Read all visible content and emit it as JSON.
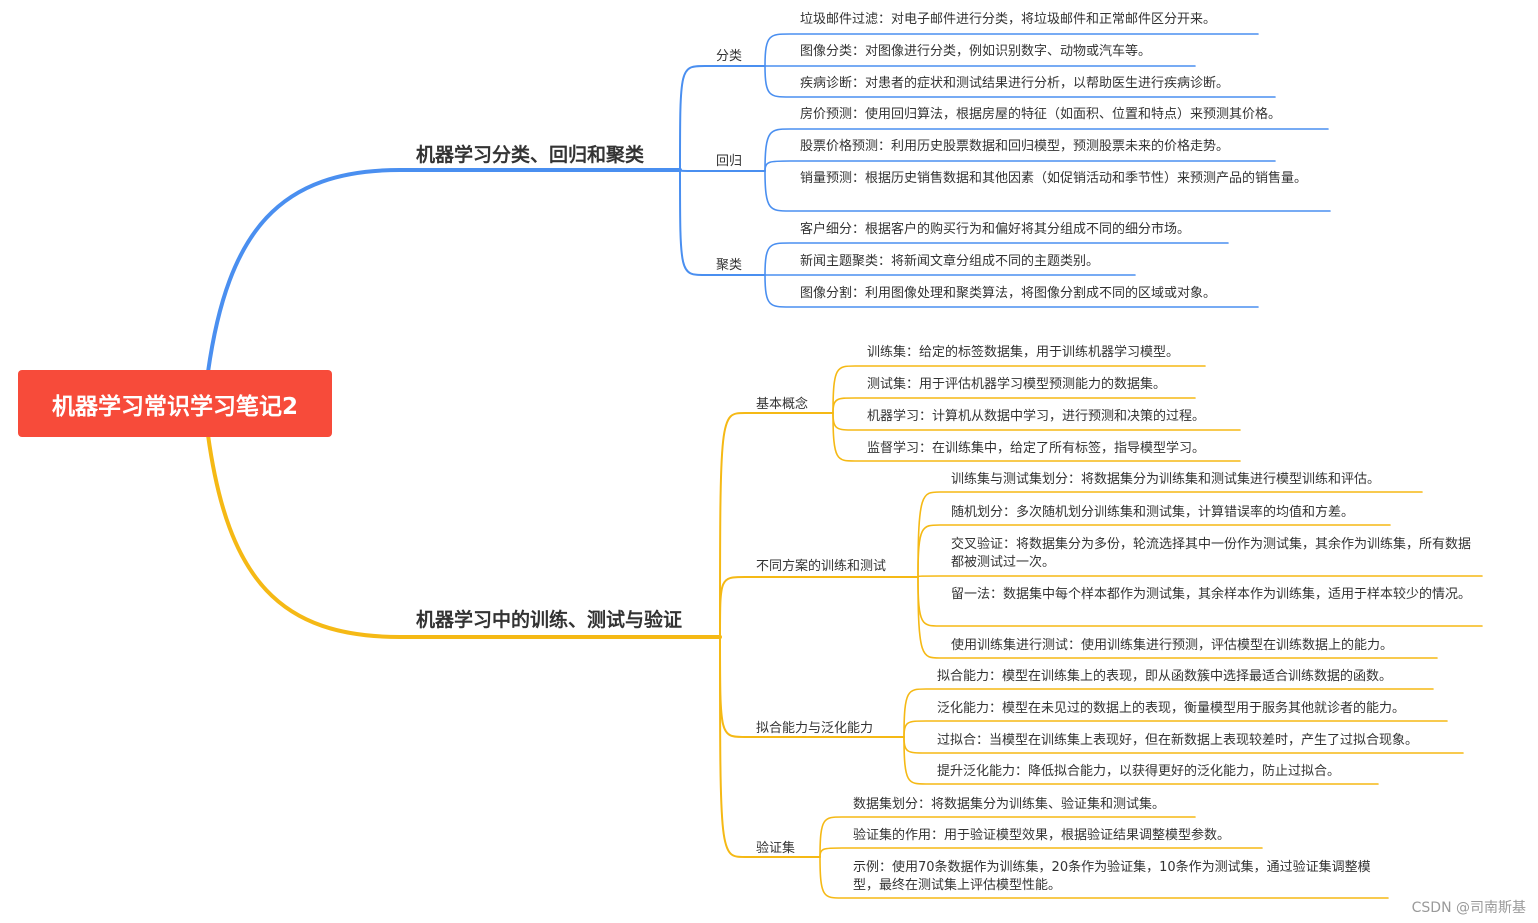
{
  "root": {
    "title": "机器学习常识学习笔记2"
  },
  "colors": {
    "root": "#f74b3a",
    "blue": "#4a8ff0",
    "yellow": "#f5b915",
    "text": "#333333"
  },
  "branches": [
    {
      "title": "机器学习分类、回归和聚类",
      "color": "blue",
      "children": [
        {
          "label": "分类",
          "items": [
            "垃圾邮件过滤：对电子邮件进行分类，将垃圾邮件和正常邮件区分开来。",
            "图像分类：对图像进行分类，例如识别数字、动物或汽车等。",
            "疾病诊断：对患者的症状和测试结果进行分析，以帮助医生进行疾病诊断。"
          ]
        },
        {
          "label": "回归",
          "items": [
            "房价预测：使用回归算法，根据房屋的特征（如面积、位置和特点）来预测其价格。",
            "股票价格预测：利用历史股票数据和回归模型，预测股票未来的价格走势。",
            "销量预测：根据历史销售数据和其他因素（如促销活动和季节性）来预测产品的销售量。"
          ]
        },
        {
          "label": "聚类",
          "items": [
            "客户细分：根据客户的购买行为和偏好将其分组成不同的细分市场。",
            "新闻主题聚类：将新闻文章分组成不同的主题类别。",
            "图像分割：利用图像处理和聚类算法，将图像分割成不同的区域或对象。"
          ]
        }
      ]
    },
    {
      "title": "机器学习中的训练、测试与验证",
      "color": "yellow",
      "children": [
        {
          "label": "基本概念",
          "items": [
            "训练集：给定的标签数据集，用于训练机器学习模型。",
            "测试集：用于评估机器学习模型预测能力的数据集。",
            "机器学习：计算机从数据中学习，进行预测和决策的过程。",
            "监督学习：在训练集中，给定了所有标签，指导模型学习。"
          ]
        },
        {
          "label": "不同方案的训练和测试",
          "items": [
            "训练集与测试集划分：将数据集分为训练集和测试集进行模型训练和评估。",
            "随机划分：多次随机划分训练集和测试集，计算错误率的均值和方差。",
            "交叉验证：将数据集分为多份，轮流选择其中一份作为测试集，其余作为训练集，所有数据都被测试过一次。",
            "留一法：数据集中每个样本都作为测试集，其余样本作为训练集，适用于样本较少的情况。",
            "使用训练集进行测试：使用训练集进行预测，评估模型在训练数据上的能力。"
          ]
        },
        {
          "label": "拟合能力与泛化能力",
          "items": [
            "拟合能力：模型在训练集上的表现，即从函数簇中选择最适合训练数据的函数。",
            "泛化能力：模型在未见过的数据上的表现，衡量模型用于服务其他就诊者的能力。",
            "过拟合：当模型在训练集上表现好，但在新数据上表现较差时，产生了过拟合现象。",
            "提升泛化能力：降低拟合能力，以获得更好的泛化能力，防止过拟合。"
          ]
        },
        {
          "label": "验证集",
          "items": [
            "数据集划分：将数据集分为训练集、验证集和测试集。",
            "验证集的作用：用于验证模型效果，根据验证结果调整模型参数。",
            "示例：使用70条数据作为训练集，20条作为验证集，10条作为测试集，通过验证集调整模型，最终在测试集上评估模型性能。"
          ]
        }
      ]
    }
  ],
  "watermark": "CSDN @司南斯基"
}
